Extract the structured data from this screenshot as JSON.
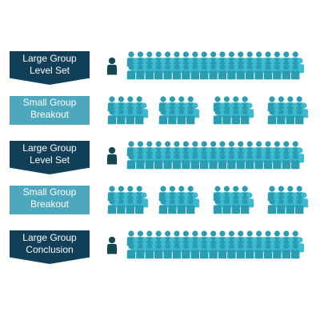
{
  "stages": [
    {
      "label": "Large Group\nLevel Set",
      "style": "large",
      "leader": true,
      "groups": 1
    },
    {
      "label": "Small Group\nBreakout",
      "style": "small",
      "leader": false,
      "groups": 4
    },
    {
      "label": "Large Group\nLevel Set",
      "style": "large",
      "leader": true,
      "groups": 1
    },
    {
      "label": "Small Group\nBreakout",
      "style": "small",
      "leader": false,
      "groups": 4
    },
    {
      "label": "Large Group\nConclusion",
      "style": "large",
      "leader": true,
      "groups": 1
    }
  ],
  "colors": {
    "dark_label": "#123f58",
    "light_label": "#4da7bd",
    "person": "#3bbcd1",
    "person_shade": "#2a9db3",
    "leader": "#14484f"
  },
  "icons": {
    "person": "person-icon",
    "leader": "leader-person-icon"
  }
}
